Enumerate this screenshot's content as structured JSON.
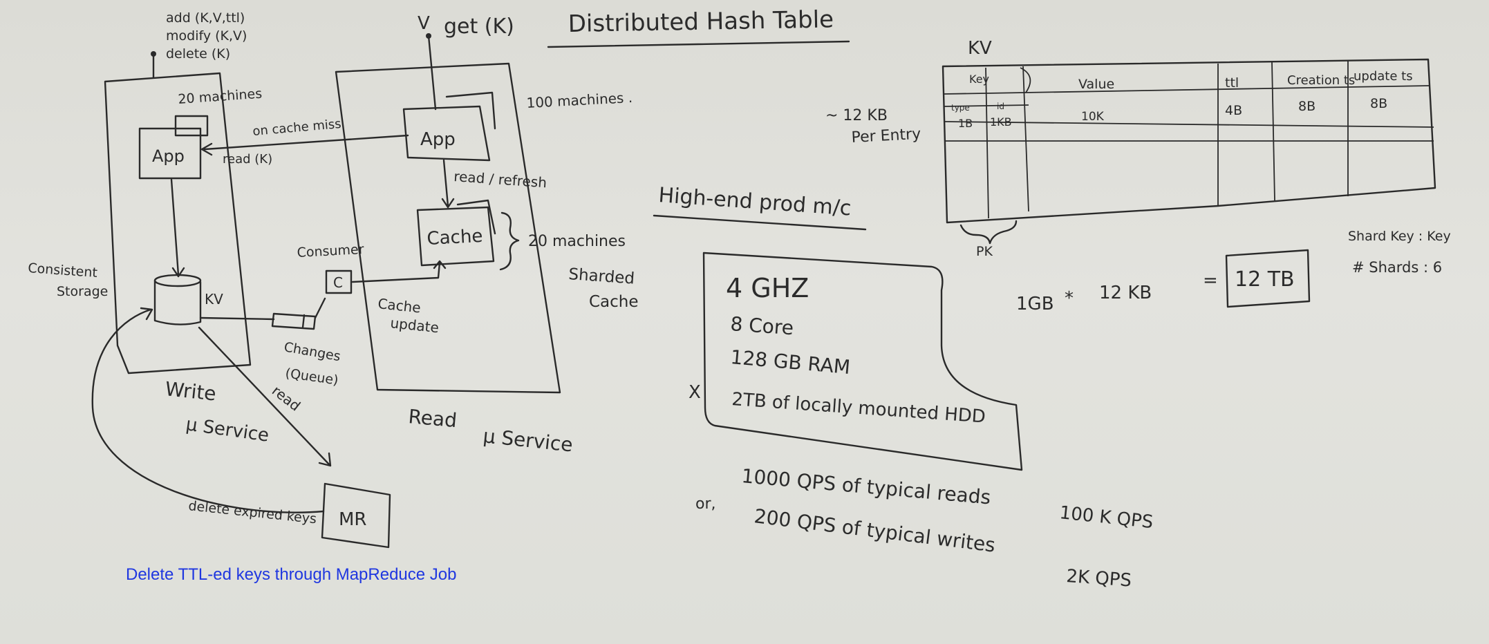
{
  "title": "Distributed Hash Table",
  "caption": "Delete TTL-ed keys through MapReduce Job",
  "colors": {
    "ink": "#2a2a2a",
    "caption": "#1f37e0",
    "board": "#e0e0db"
  },
  "write_service": {
    "ops": [
      "add (K,V,ttl)",
      "modify (K,V)",
      "delete (K)"
    ],
    "machines": "20 machines",
    "app": "App",
    "on_cache_miss": "on cache miss",
    "read_k": "read (K)",
    "consistent_storage": [
      "Consistent",
      "Storage"
    ],
    "kv": "KV",
    "label": [
      "Write",
      "μ Service"
    ],
    "read": "read",
    "delete_expired": "delete expired keys",
    "mr": "MR"
  },
  "queue": {
    "consumer": "Consumer",
    "c": "C",
    "changes": [
      "Changes",
      "(Queue)"
    ]
  },
  "read_service": {
    "v": "V",
    "get": "get (K)",
    "machines": "100 machines .",
    "app": "App",
    "read_refresh": "read / refresh",
    "cache": "Cache",
    "cache_machines": "20 machines",
    "sharded_cache": [
      "Sharded",
      "Cache"
    ],
    "cache_update": [
      "Cache",
      "update"
    ],
    "label": [
      "Read",
      "μ Service"
    ]
  },
  "entry_size": [
    "~ 12 KB",
    "Per Entry"
  ],
  "kv_table": {
    "title": "KV",
    "headers": [
      "Key",
      "Value",
      "ttl",
      "Creation ts",
      "update ts"
    ],
    "subheaders": [
      "type",
      "id"
    ],
    "values": [
      "1B",
      "1KB",
      "10K",
      "4B",
      "8B",
      "8B"
    ],
    "pk": "PK"
  },
  "high_end": {
    "title": "High-end prod m/c",
    "specs": [
      "4 GHZ",
      "8 Core",
      "128 GB RAM",
      "2TB of locally mounted HDD"
    ],
    "x": "X"
  },
  "sizing": {
    "formula": [
      "1GB",
      "*",
      "12 KB",
      "="
    ],
    "result": "12 TB",
    "shard_key": "Shard Key : Key",
    "shards": "# Shards : 6"
  },
  "qps": {
    "reads": "1000 QPS of typical reads",
    "reads_total": "100 K QPS",
    "or": "or,",
    "writes": "200 QPS of typical writes",
    "writes_total": "2K QPS"
  }
}
